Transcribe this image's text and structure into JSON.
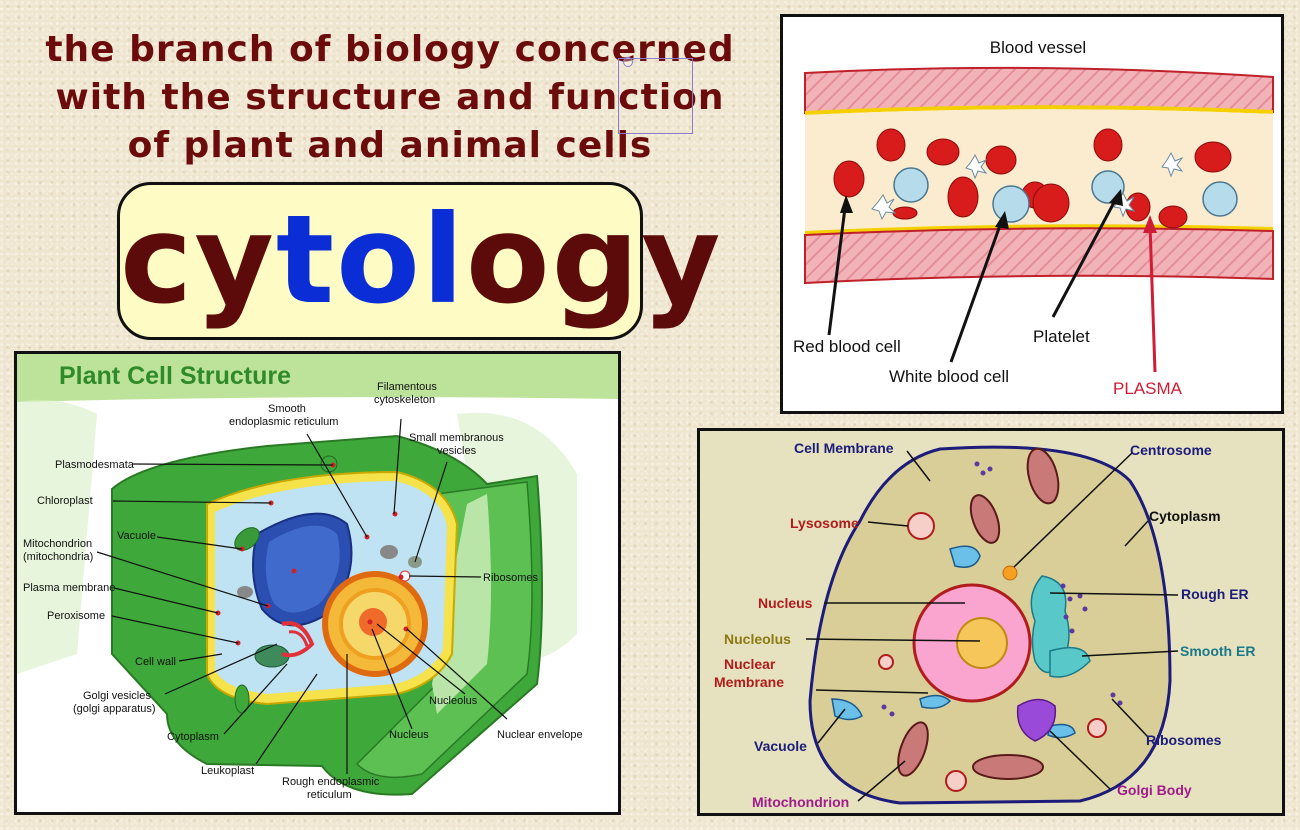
{
  "headline": {
    "lines": [
      "the branch of biology concerned",
      "with the structure and function",
      "of plant and animal cells"
    ]
  },
  "title": {
    "segments": [
      {
        "text": "cy",
        "color": "#5c0a0a"
      },
      {
        "text": "to",
        "color": "#0a2dd6"
      },
      {
        "text": "l",
        "color": "#0a2dd6"
      },
      {
        "text": "ogy",
        "color": "#5c0a0a"
      }
    ]
  },
  "blood_vessel": {
    "title": "Blood vessel",
    "labels": {
      "red_cell": "Red blood cell",
      "white_cell": "White blood cell",
      "platelet": "Platelet",
      "plasma": "PLASMA"
    },
    "colors": {
      "vessel_wall": "#e8a0a8",
      "plasma": "#fbeccf",
      "red_cell": "#d81c1c",
      "white_cell": "#b6dcec",
      "plasma_label": "#d01c34"
    }
  },
  "plant_cell": {
    "title": "Plant Cell Structure",
    "labels": {
      "filamentous": [
        "Filamentous",
        "cytoskeleton"
      ],
      "smooth_er": [
        "Smooth",
        "endoplasmic reticulum"
      ],
      "small_vesicles": [
        "Small membranous",
        "vesicles"
      ],
      "plasmodesmata": "Plasmodesmata",
      "chloroplast": "Chloroplast",
      "vacuole": "Vacuole",
      "mitochondrion": [
        "Mitochondrion",
        "(mitochondria)"
      ],
      "plasma_membrane": "Plasma membrane",
      "peroxisome": "Peroxisome",
      "cell_wall": "Cell wall",
      "golgi": [
        "Golgi vesicles",
        "(golgi apparatus)"
      ],
      "cytoplasm": "Cytoplasm",
      "leukoplast": "Leukoplast",
      "rough_er": [
        "Rough endoplasmic",
        "reticulum"
      ],
      "nucleus": "Nucleus",
      "nucleolus": "Nucleolus",
      "nuclear_envelope": "Nuclear envelope",
      "ribosomes": "Ribosomes"
    },
    "colors": {
      "title": "#2f8a2a",
      "wall": "#3fa83a",
      "cytoplasm": "#bfe3f2",
      "vacuole": "#2a4fb0",
      "nucleus": "#f0a020"
    }
  },
  "animal_cell": {
    "labels": {
      "cell_membrane": "Cell Membrane",
      "centrosome": "Centrosome",
      "lysosome": "Lysosome",
      "cytoplasm": "Cytoplasm",
      "rough_er": "Rough ER",
      "nucleus": "Nucleus",
      "nucleolus": "Nucleolus",
      "smooth_er": "Smooth ER",
      "nuclear_membrane": [
        "Nuclear",
        "Membrane"
      ],
      "vacuole": "Vacuole",
      "ribosomes": "Ribosomes",
      "mitochondrion": "Mitochondrion",
      "golgi": "Golgi Body"
    },
    "colors": {
      "background": "#e6e1bf",
      "cell": "#d9ce98",
      "nucleus": "#f9a5cf",
      "nucleolus": "#f6c65a",
      "label_navy": "#1c1c7a",
      "label_red": "#b01c1c",
      "label_olive": "#8a7a10",
      "label_purple": "#a01c8a",
      "label_teal": "#1a7a8a"
    }
  }
}
